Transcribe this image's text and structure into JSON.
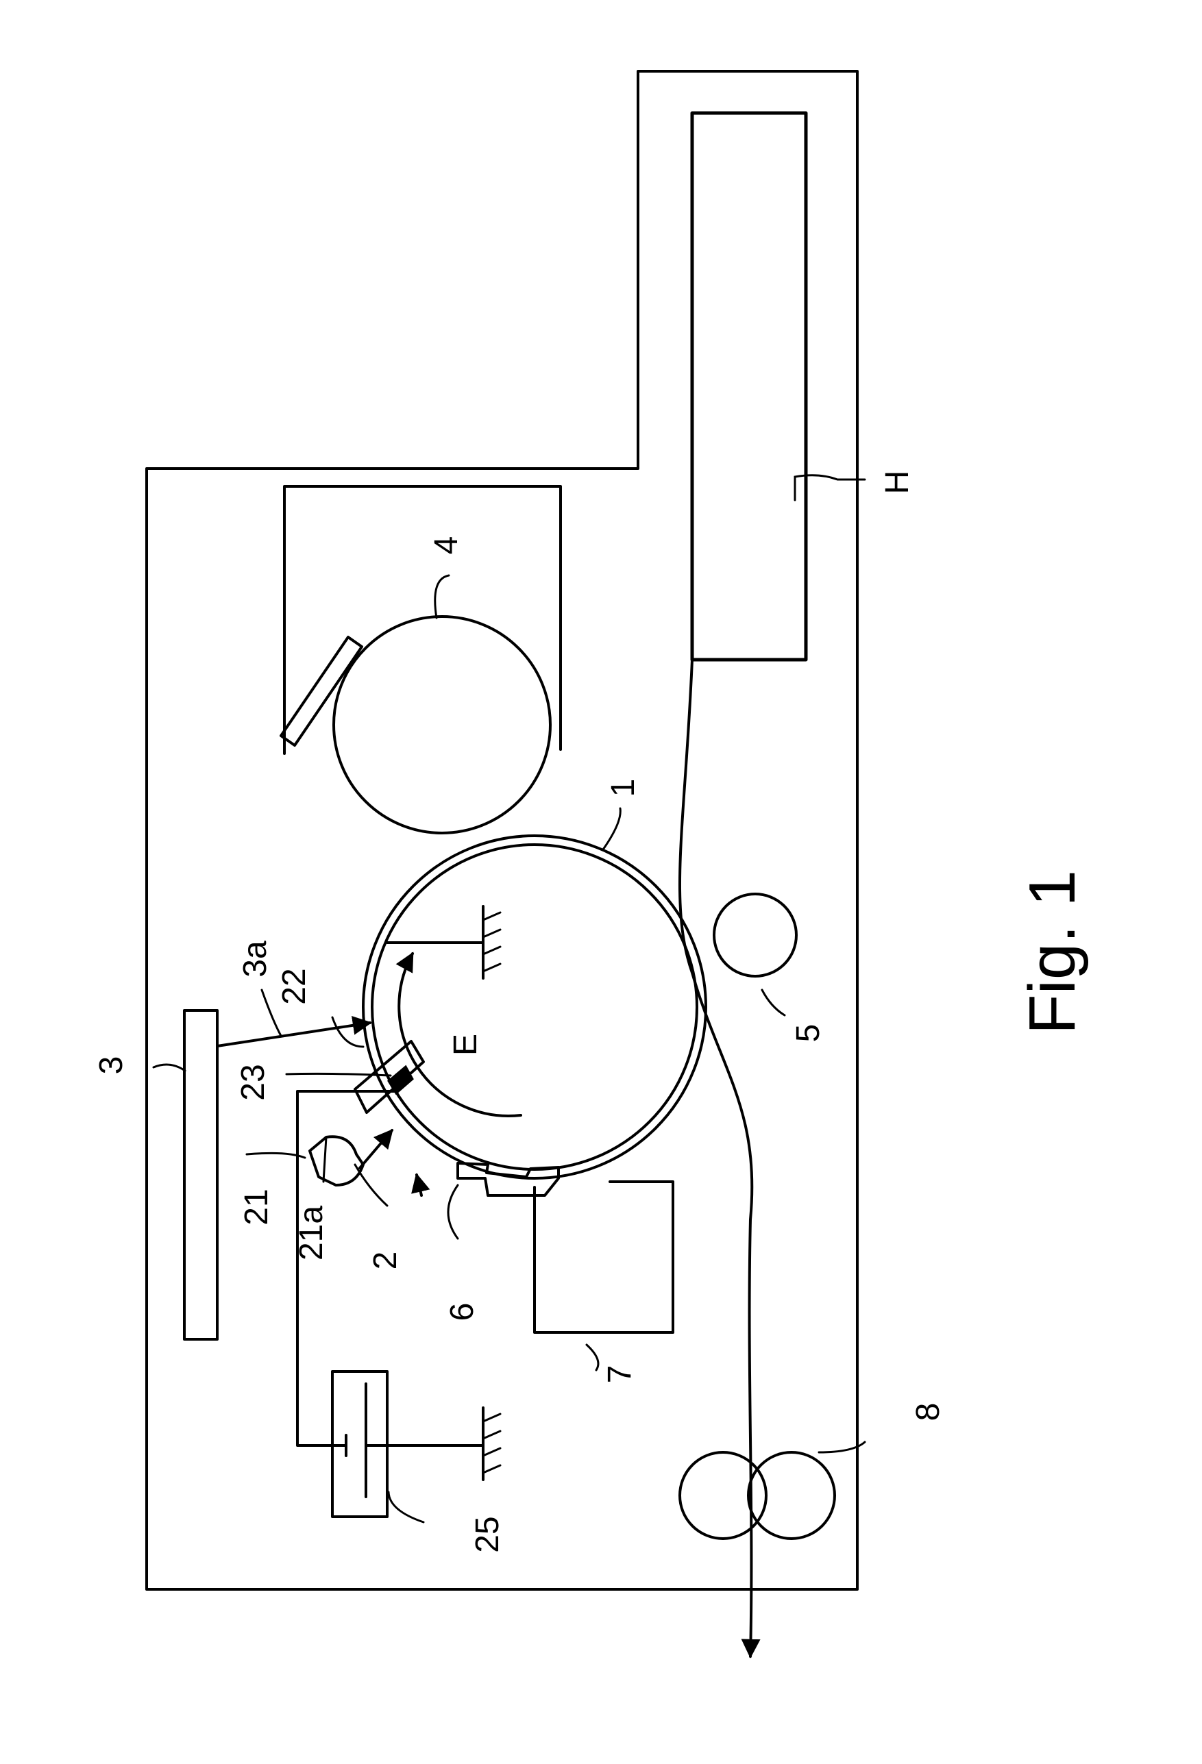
{
  "figure": {
    "caption": "Fig. 1",
    "labels": {
      "photoconductor_drum": "1",
      "charging_device": "2",
      "exposure_device": "3",
      "exposure_light": "3a",
      "developing_device": "4",
      "transfer_roller": "5",
      "cleaning_blade": "6",
      "waste_container": "7",
      "fixing_rollers": "8",
      "light_source": "21",
      "light_beam": "21a",
      "charge_electrode": "22",
      "charge_member": "23",
      "power_supply": "25",
      "rotation_direction": "E",
      "sheet_tray": "H"
    }
  }
}
